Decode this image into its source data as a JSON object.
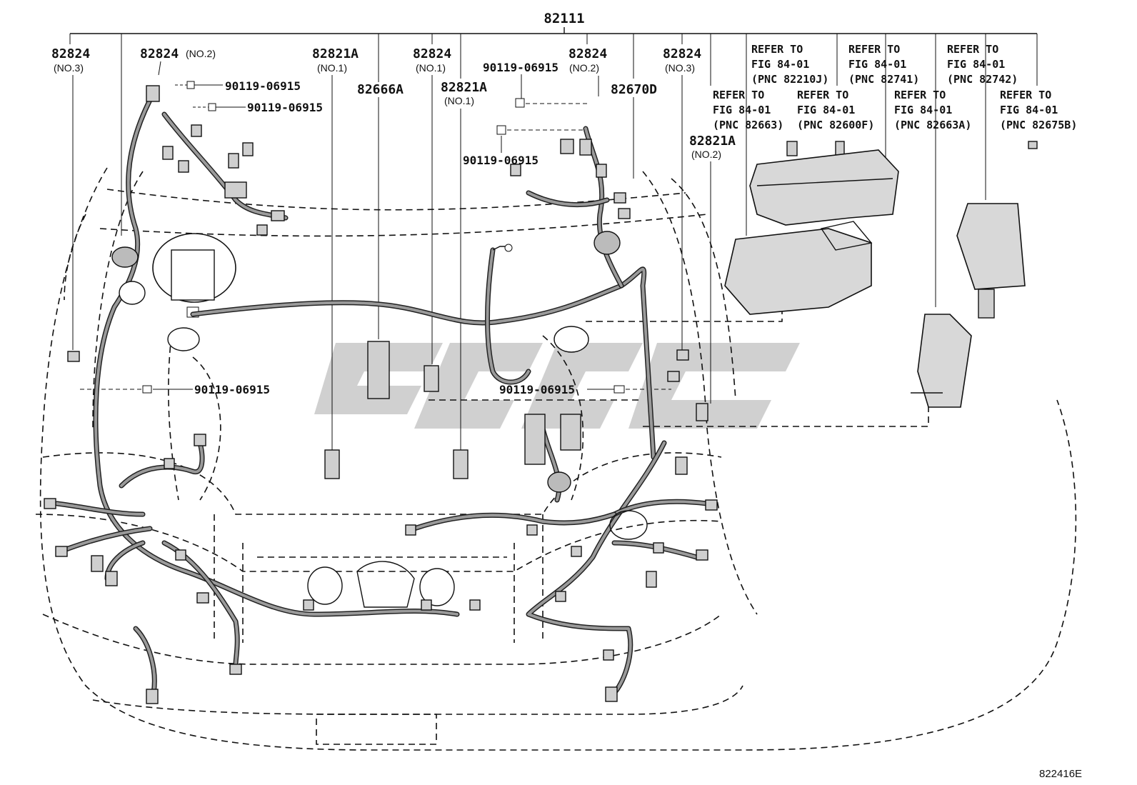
{
  "diagram_id": "822416E",
  "main_part": "82111",
  "labels": [
    {
      "part": "82824",
      "note": "(NO.3)"
    },
    {
      "part": "82824",
      "note": "(NO.2)"
    },
    {
      "part": "82821A",
      "note": "(NO.1)"
    },
    {
      "part": "82824",
      "note": "(NO.1)"
    },
    {
      "part": "82824",
      "note": "(NO.2)"
    },
    {
      "part": "82824",
      "note": "(NO.3)"
    },
    {
      "part": "82666A",
      "note": ""
    },
    {
      "part": "82821A",
      "note": "(NO.1)"
    },
    {
      "part": "82670D",
      "note": ""
    },
    {
      "part": "82821A",
      "note": "(NO.2)"
    }
  ],
  "bolts": [
    "90119-06915",
    "90119-06915",
    "90119-06915",
    "90119-06915",
    "90119-06915",
    "90119-06915"
  ],
  "refers": [
    {
      "line1": "REFER TO",
      "line2": "FIG 84-01",
      "line3": "(PNC 82210J)"
    },
    {
      "line1": "REFER TO",
      "line2": "FIG 84-01",
      "line3": "(PNC 82741)"
    },
    {
      "line1": "REFER TO",
      "line2": "FIG 84-01",
      "line3": "(PNC 82742)"
    },
    {
      "line1": "REFER TO",
      "line2": "FIG 84-01",
      "line3": "(PNC 82663)"
    },
    {
      "line1": "REFER TO",
      "line2": "FIG 84-01",
      "line3": "(PNC 82600F)"
    },
    {
      "line1": "REFER TO",
      "line2": "FIG 84-01",
      "line3": "(PNC 82663A)"
    },
    {
      "line1": "REFER TO",
      "line2": "FIG 84-01",
      "line3": "(PNC 82675B)"
    }
  ],
  "colors": {
    "ink": "#111111",
    "harness": "#9a9a9a",
    "watermark": "#c8c8c8"
  }
}
